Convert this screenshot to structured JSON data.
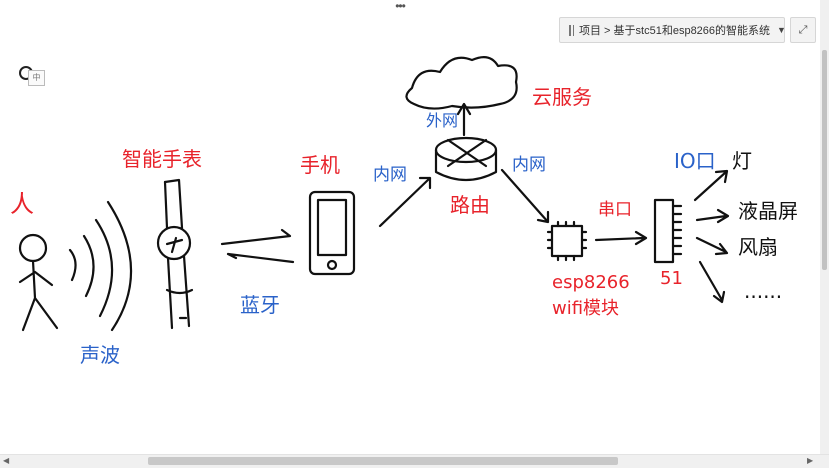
{
  "breadcrumb": {
    "text": "项目 > 基于stc51和esp8266的智能系统"
  },
  "ime_indicator": "中",
  "icons": {
    "menu": "more-dots-icon",
    "page": "page-icon",
    "dropdown": "chevron-down-icon",
    "expand": "expand-icon"
  },
  "sketch": {
    "person": "人",
    "sound_wave": "声波",
    "smart_watch": "智能手表",
    "bluetooth": "蓝牙",
    "phone": "手机",
    "intranet_left": "内网",
    "extranet": "外网",
    "cloud_service": "云服务",
    "router": "路由",
    "intranet_right": "内网",
    "serial": "串口",
    "esp": "esp8266",
    "wifi_module": "wifi模块",
    "mcu": "51",
    "io": "IO口",
    "light": "灯",
    "lcd": "液晶屏",
    "fan": "风扇",
    "more": "......"
  },
  "colors": {
    "red": "#e8232b",
    "blue": "#2a62c9",
    "ink": "#111111"
  }
}
